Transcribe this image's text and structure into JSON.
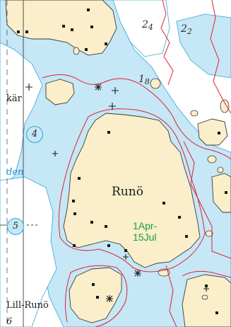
{
  "map": {
    "island_name": "Runö",
    "restriction_line1": "1Apr-",
    "restriction_line2": "15Jul",
    "place_kar": "kär",
    "place_lill_runo": "Lill-Runö",
    "place_den": "den",
    "depths": [
      {
        "main": "2",
        "sub": "4"
      },
      {
        "main": "2",
        "sub": "2"
      },
      {
        "main": "1",
        "sub": "8"
      }
    ],
    "circled_depths": [
      "4",
      "5"
    ],
    "edge_numeral": "6",
    "colors": {
      "land": "#faeecb",
      "shallow_water": "#c6e7f5",
      "deep_water": "#ffffff",
      "depth_contour": "#2fa6d8",
      "restriction_line": "#e0203a",
      "restriction_text": "#1a9e3a",
      "place_blue": "#1a8fd0"
    }
  }
}
